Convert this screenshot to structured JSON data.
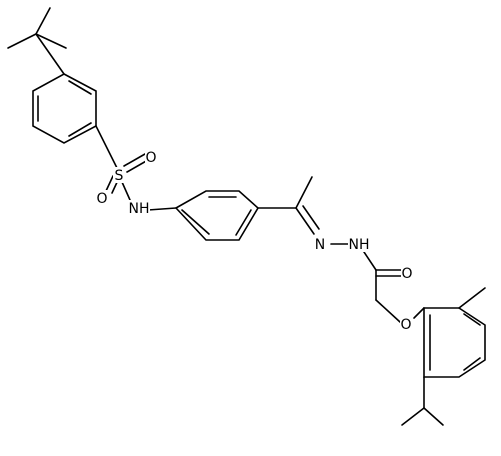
{
  "molecule": {
    "atom_labels": {
      "O_sulfonyl_top": "O",
      "O_sulfonyl_left": "O",
      "S_sulfonyl": "S",
      "NH_sulfonamide": "NH",
      "N_imine": "N",
      "NH_hydrazide": "NH",
      "O_carbonyl": "O",
      "O_ether": "O"
    }
  }
}
